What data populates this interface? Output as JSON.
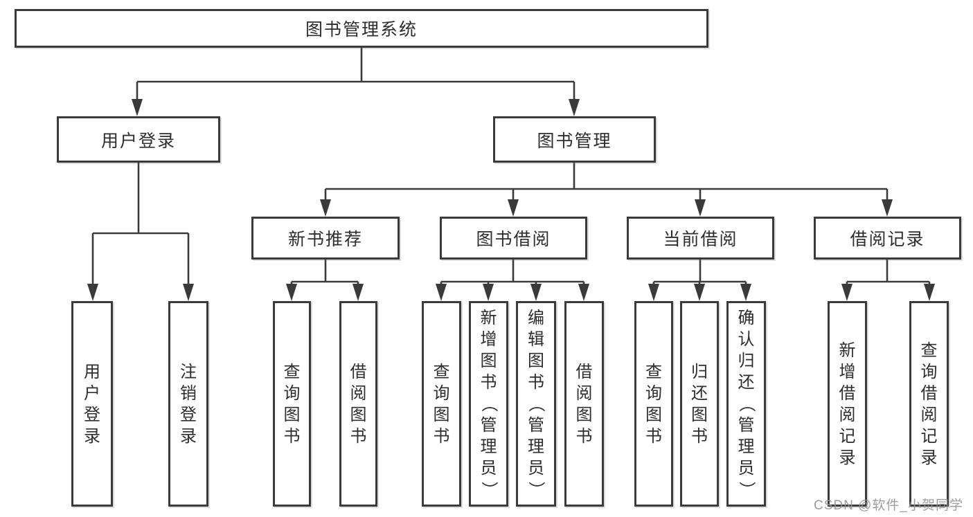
{
  "diagram": {
    "title": "图书管理系统",
    "watermark": "CSDN @软件_小贺同学",
    "colors": {
      "background": "#ffffff",
      "line": "#3a3a3a",
      "box_border": "#3a3a3a",
      "text": "#2d2d2d",
      "watermark": "#949494"
    },
    "nodes": {
      "root": {
        "label": "图书管理系统"
      },
      "user_login": {
        "label": "用户登录"
      },
      "book_mgmt": {
        "label": "图书管理"
      },
      "new_book_rec": {
        "label": "新书推荐"
      },
      "book_borrow": {
        "label": "图书借阅"
      },
      "current_borrow": {
        "label": "当前借阅"
      },
      "borrow_record": {
        "label": "借阅记录"
      },
      "leaf_user_login": {
        "label": "用户登录"
      },
      "leaf_logout": {
        "label": "注销登录"
      },
      "leaf_query_book_rec": {
        "label": "查询图书"
      },
      "leaf_borrow_book_rec": {
        "label": "借阅图书"
      },
      "leaf_query_book_borrow": {
        "label": "查询图书"
      },
      "leaf_add_book": {
        "label": "新增图书（管理员）"
      },
      "leaf_edit_book": {
        "label": "编辑图书（管理员）"
      },
      "leaf_borrow_book": {
        "label": "借阅图书"
      },
      "leaf_query_book_current": {
        "label": "查询图书"
      },
      "leaf_return_book": {
        "label": "归还图书"
      },
      "leaf_confirm_return": {
        "label": "确认归还（管理员）"
      },
      "leaf_add_borrow_record": {
        "label": "新增借阅记录"
      },
      "leaf_query_borrow_record": {
        "label": "查询借阅记录"
      }
    }
  }
}
